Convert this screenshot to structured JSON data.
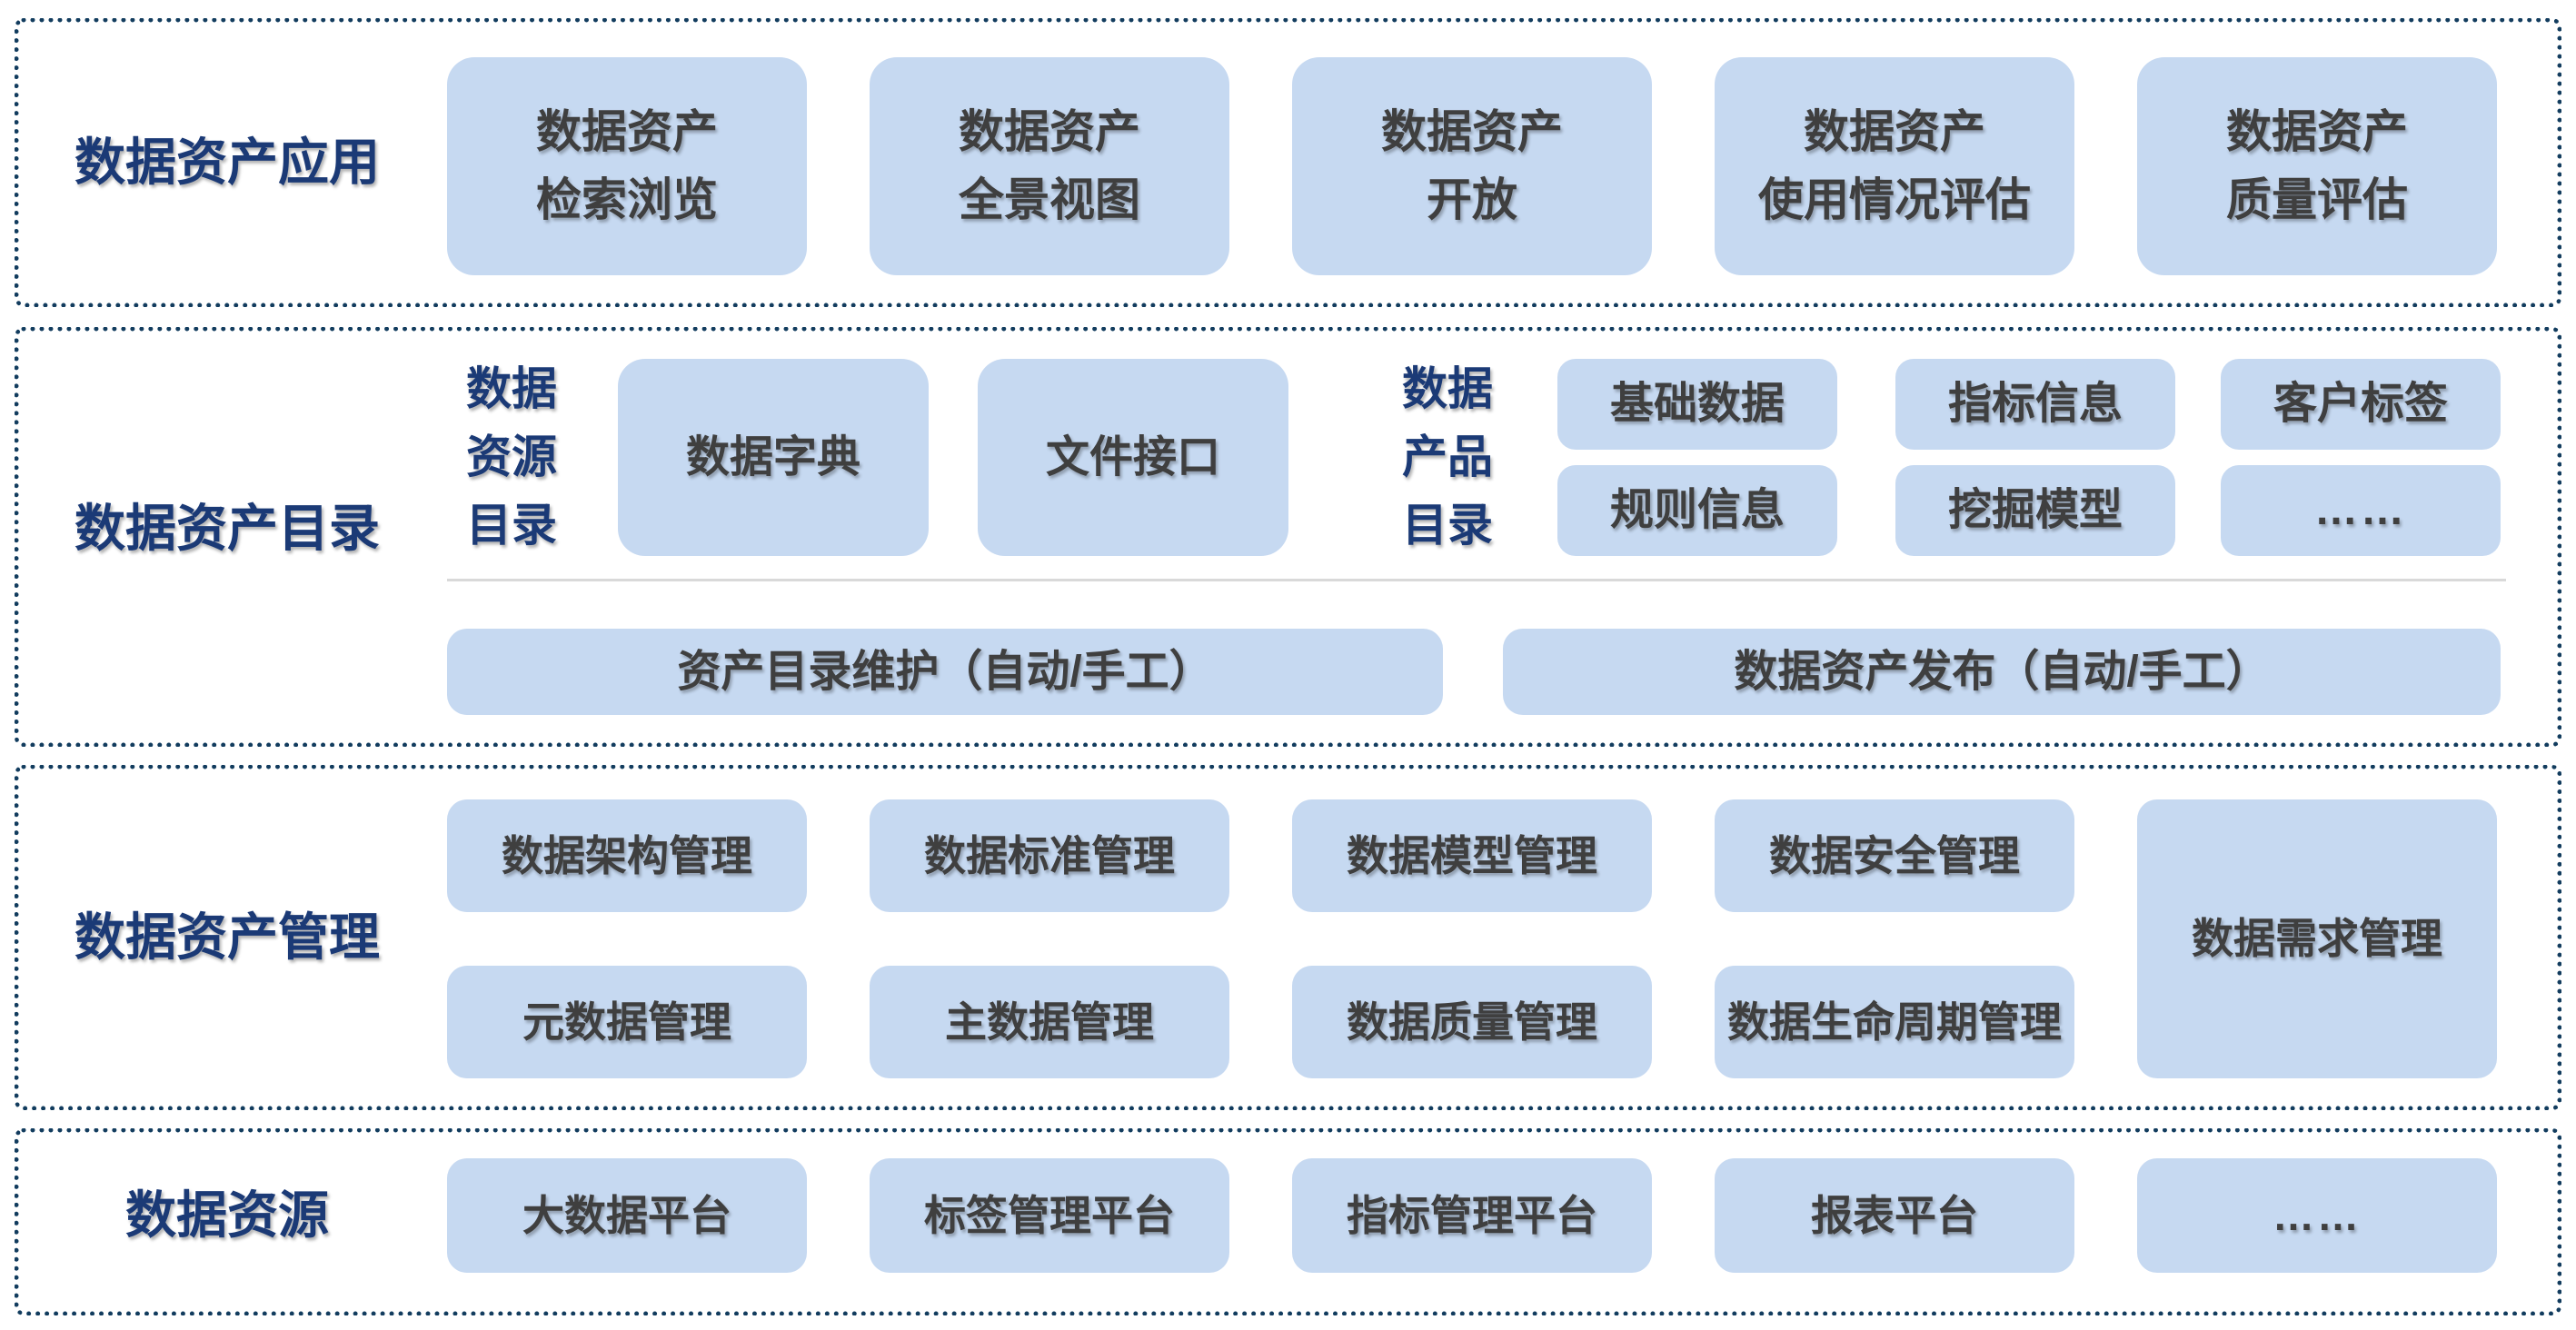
{
  "colors": {
    "section_border": "#123c5e",
    "section_label": "#1b3a76",
    "box_fill": "#c6d9f1",
    "box_text": "#3f3f3f",
    "divider": "#d9d9d9"
  },
  "sections": {
    "application": {
      "label": "数据资产应用",
      "boxes": [
        "数据资产\n检索浏览",
        "数据资产\n全景视图",
        "数据资产\n开放",
        "数据资产\n使用情况评估",
        "数据资产\n质量评估"
      ]
    },
    "catalog": {
      "label": "数据资产目录",
      "resource_catalog": {
        "label": "数据\n资源\n目录",
        "boxes": [
          "数据字典",
          "文件接口"
        ]
      },
      "product_catalog": {
        "label": "数据\n产品\n目录",
        "boxes": [
          "基础数据",
          "指标信息",
          "客户标签",
          "规则信息",
          "挖掘模型",
          "……"
        ]
      },
      "bars": [
        "资产目录维护（自动/手工）",
        "数据资产发布（自动/手工）"
      ]
    },
    "management": {
      "label": "数据资产管理",
      "row1": [
        "数据架构管理",
        "数据标准管理",
        "数据模型管理",
        "数据安全管理"
      ],
      "row2": [
        "元数据管理",
        "主数据管理",
        "数据质量管理",
        "数据生命周期管理"
      ],
      "tall_box": "数据需求管理"
    },
    "resources": {
      "label": "数据资源",
      "boxes": [
        "大数据平台",
        "标签管理平台",
        "指标管理平台",
        "报表平台",
        "……"
      ]
    }
  }
}
